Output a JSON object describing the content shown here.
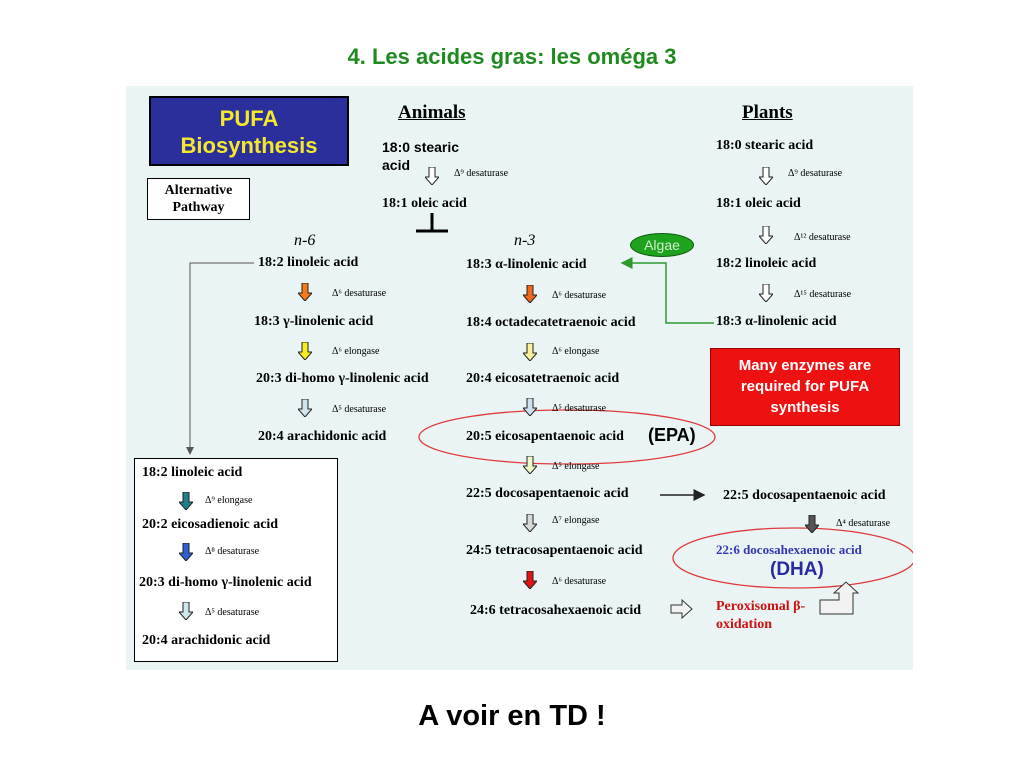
{
  "slide": {
    "title": "4. Les acides gras: les oméga 3",
    "footer": "A voir en TD !"
  },
  "diagram": {
    "pufa_box": "PUFA Biosynthesis",
    "alt_pathway_box": "Alternative Pathway",
    "animals": {
      "header": "Animals",
      "stearic": "18:0 stearic acid",
      "d9_desaturase": "Δ⁹ desaturase",
      "oleic": "18:1 oleic acid"
    },
    "plants": {
      "header": "Plants",
      "stearic": "18:0 stearic acid",
      "d9_desaturase": "Δ⁹ desaturase",
      "oleic": "18:1 oleic acid",
      "d12_desaturase": "Δ¹² desaturase",
      "linoleic": "18:2 linoleic acid",
      "d15_desaturase": "Δ¹⁵ desaturase",
      "alpha_linolenic": "18:3 α-linolenic acid"
    },
    "n6": {
      "label": "n-6",
      "linoleic": "18:2 linoleic acid",
      "d6_desaturase": "Δ⁶ desaturase",
      "gamma_linolenic": "18:3 γ-linolenic acid",
      "d6_elongase": "Δ⁶ elongase",
      "dihomo": "20:3 di-homo γ-linolenic acid",
      "d5_desaturase": "Δ⁵ desaturase",
      "arachidonic": "20:4 arachidonic acid"
    },
    "n3": {
      "label": "n-3",
      "alpha_linolenic": "18:3 α-linolenic acid",
      "d6_desaturase": "Δ⁶ desaturase",
      "octadeca": "18:4 octadecatetraenoic acid",
      "d6_elongase": "Δ⁶ elongase",
      "eicosatetraenoic": "20:4 eicosatetraenoic acid",
      "d5_desaturase": "Δ⁵ desaturase",
      "epa_name": "20:5 eicosapentaenoic acid",
      "epa": "(EPA)",
      "d5_elongase": "Δ⁵ elongase",
      "docosapentaenoic": "22:5 docosapentaenoic acid",
      "d7_elongase": "Δ⁷ elongase",
      "tetracosapentaenoic": "24:5 tetracosapentaenoic acid",
      "d6_desaturase_2": "Δ⁶ desaturase",
      "tetracosahexaenoic": "24:6 tetracosahexaenoic acid"
    },
    "right": {
      "docosapentaenoic": "22:5 docosapentaenoic acid",
      "d4_desaturase": "Δ⁴ desaturase",
      "dha_name": "22:6 docosahexaenoic acid",
      "dha": "(DHA)",
      "peroxisomal": "Peroxisomal β-oxidation"
    },
    "algae": "Algae",
    "enzymes_box": "Many enzymes are required for PUFA synthesis",
    "alt": {
      "linoleic": "18:2 linoleic acid",
      "d9_elongase": "Δ⁹ elongase",
      "eicosadienoic": "20:2 eicosadienoic acid",
      "d8_desaturase": "Δ⁸ desaturase",
      "dihomo": "20:3 di-homo γ-linolenic acid",
      "d5_desaturase": "Δ⁵ desaturase",
      "arachidonic": "20:4 arachidonic acid"
    },
    "colors": {
      "title_green": "#1f8a1f",
      "pufa_blue": "#2b2f9c",
      "pufa_text": "#f4e82c",
      "enzyme_red": "#ee1111",
      "dha_blue": "#2a2aa0",
      "pathway_green": "#2e9a2e"
    }
  }
}
